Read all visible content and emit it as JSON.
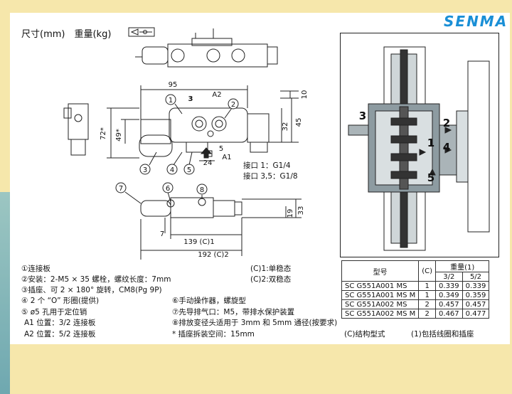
{
  "brand": "SENMA",
  "header": {
    "title": "尺寸(mm)　重量(kg)"
  },
  "dimensions": {
    "d95": "95",
    "d10": "10",
    "d72": "72*",
    "d49": "49*",
    "d32": "32",
    "d45": "45",
    "d19": "19",
    "d33": "33",
    "d7": "7",
    "d139": "139 (C)1",
    "d192": "192 (C)2",
    "p1": "1",
    "p3": "3",
    "pA2": "A2",
    "p24": "24",
    "p5": "5",
    "pA1": "A1"
  },
  "callouts": {
    "c1": "1",
    "c2": "2",
    "c3": "3",
    "c4": "4",
    "c5": "5",
    "c6": "6",
    "c7": "7",
    "c8": "8"
  },
  "ports": {
    "line1": "接口 1：G1/4",
    "line2": "接口 3,5：G1/8"
  },
  "section_labels": {
    "s1": "1",
    "s2": "2",
    "s3": "3",
    "s4": "4",
    "s5": "5"
  },
  "notes": {
    "n1": "①连接板",
    "n2": "②安装：2-M5 × 35 螺栓，螺纹长度：7mm",
    "n3": "③插座、可 2 × 180° 旋转，CM8(Pg 9P)",
    "n4": "④ 2 个 “O” 形圈(提供)",
    "n5": "⑤ ø5 孔用于定位销",
    "n6": "A1 位置：3/2 连接板",
    "n7": "A2 位置：5/2 连接板",
    "n8": "⑥手动操作器，螺旋型",
    "n9": "⑦先导排气口：M5，带排水保护装置",
    "n10": "⑧排放变径头适用于 3mm 和 5mm 通径(按要求)",
    "n11": "* 插座拆装空间：15mm",
    "c1": "(C)1:单稳态",
    "c2": "(C)2:双稳态",
    "cfoot": "(C)结构型式",
    "wfoot": "(1)包括线圈和插座"
  },
  "table": {
    "h_model": "型号",
    "h_c": "(C)",
    "h_weight": "重量(1)",
    "h_32": "3/2",
    "h_52": "5/2",
    "rows": [
      {
        "model": "SC G551A001 MS",
        "c": "1",
        "w32": "0.339",
        "w52": "0.339"
      },
      {
        "model": "SC G551A001 MS M",
        "c": "1",
        "w32": "0.349",
        "w52": "0.359"
      },
      {
        "model": "SC G551A002 MS",
        "c": "2",
        "w32": "0.457",
        "w52": "0.457"
      },
      {
        "model": "SC G551A002 MS M",
        "c": "2",
        "w32": "0.467",
        "w52": "0.477"
      }
    ]
  }
}
